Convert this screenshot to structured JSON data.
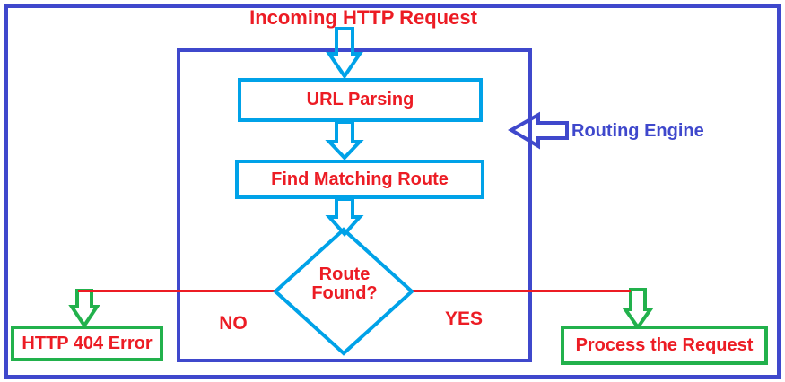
{
  "title": "Incoming HTTP Request",
  "colors": {
    "red": "#EC1C24",
    "blue": "#3F48CC",
    "cyan": "#00A2E8",
    "green": "#22B14C",
    "bg": "#FFFFFF"
  },
  "nodes": {
    "url_parsing": "URL Parsing",
    "find_route": "Find Matching Route",
    "route_found": {
      "line1": "Route",
      "line2": "Found?"
    },
    "http_404": "HTTP 404 Error",
    "process_request": "Process the Request"
  },
  "labels": {
    "no": "NO",
    "yes": "YES",
    "routing_engine": "Routing Engine"
  }
}
